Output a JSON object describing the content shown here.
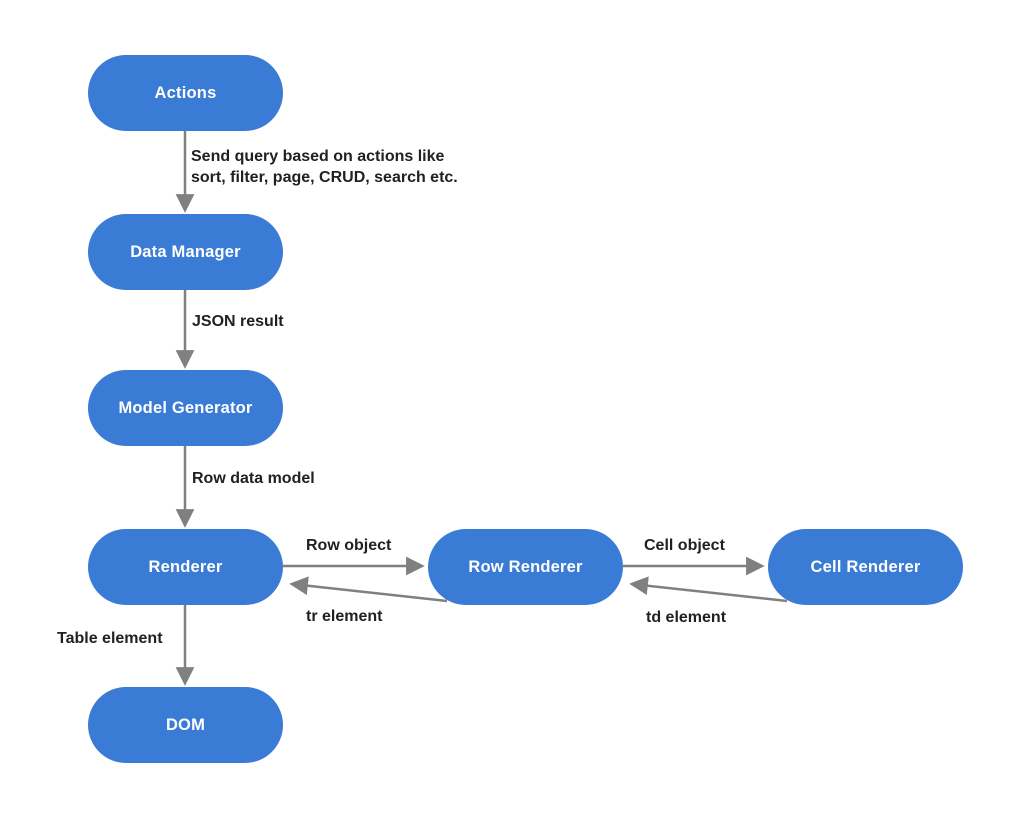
{
  "colors": {
    "node_fill": "#3a7bd5",
    "node_text": "#ffffff",
    "arrow_color": "#808080",
    "label_text": "#212121"
  },
  "diagram": {
    "nodes": {
      "actions": {
        "label": "Actions"
      },
      "data_manager": {
        "label": "Data Manager"
      },
      "model_generator": {
        "label": "Model Generator"
      },
      "renderer": {
        "label": "Renderer"
      },
      "row_renderer": {
        "label": "Row Renderer"
      },
      "cell_renderer": {
        "label": "Cell Renderer"
      },
      "dom": {
        "label": "DOM"
      }
    },
    "edges": {
      "actions_to_data_manager": {
        "label_line1": "Send query based on actions like",
        "label_line2": "sort, filter, page, CRUD, search etc."
      },
      "data_manager_to_model_generator": {
        "label": "JSON result"
      },
      "model_generator_to_renderer": {
        "label": "Row data model"
      },
      "renderer_to_row_renderer": {
        "label": "Row object"
      },
      "row_renderer_to_renderer": {
        "label": "tr element"
      },
      "row_renderer_to_cell_renderer": {
        "label": "Cell object"
      },
      "cell_renderer_to_row_renderer": {
        "label": "td element"
      },
      "renderer_to_dom": {
        "label": "Table element"
      }
    }
  }
}
